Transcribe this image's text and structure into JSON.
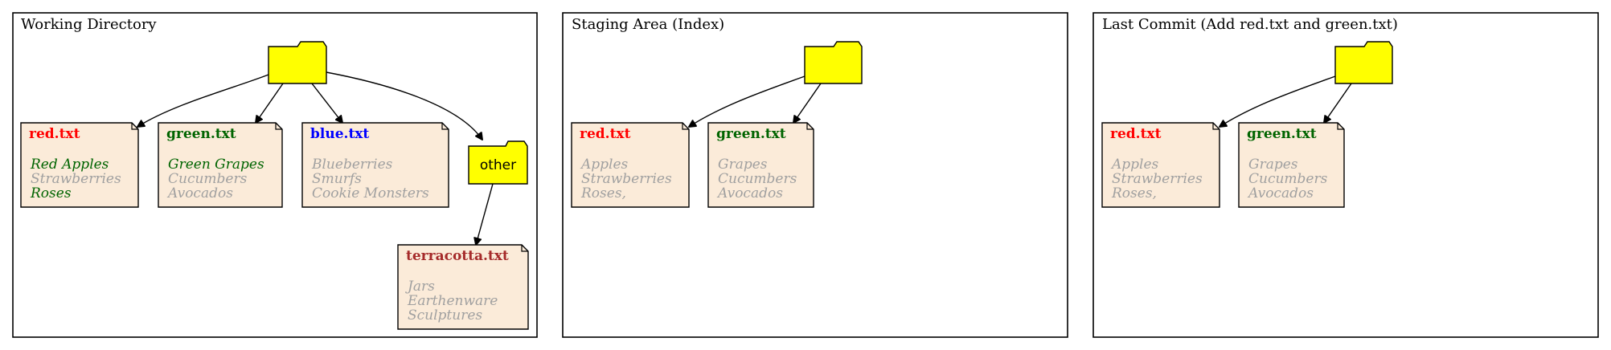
{
  "colors": {
    "folder": "#ffff00",
    "note": "#fbebd9",
    "red": "#ff0000",
    "green": "#006400",
    "blue": "#0000ff",
    "terracotta": "#a52a2a",
    "muted": "#a0a0a0"
  },
  "panels": [
    {
      "title": "Working Directory",
      "files": [
        {
          "name": "red.txt",
          "name_color": "red",
          "lines": [
            {
              "text": "Red Apples",
              "color": "green"
            },
            {
              "text": "Strawberries",
              "color": "muted"
            },
            {
              "text": "Roses",
              "color": "green"
            }
          ]
        },
        {
          "name": "green.txt",
          "name_color": "green",
          "lines": [
            {
              "text": "Green Grapes",
              "color": "green"
            },
            {
              "text": "Cucumbers",
              "color": "muted"
            },
            {
              "text": "Avocados",
              "color": "muted"
            }
          ]
        },
        {
          "name": "blue.txt",
          "name_color": "blue",
          "lines": [
            {
              "text": "Blueberries",
              "color": "muted"
            },
            {
              "text": "Smurfs",
              "color": "muted"
            },
            {
              "text": "Cookie Monsters",
              "color": "muted"
            }
          ]
        },
        {
          "name": "terracotta.txt",
          "name_color": "terracotta",
          "lines": [
            {
              "text": "Jars",
              "color": "muted"
            },
            {
              "text": "Earthenware",
              "color": "muted"
            },
            {
              "text": "Sculptures",
              "color": "muted"
            }
          ]
        }
      ],
      "subfolder_label": "other"
    },
    {
      "title": "Staging Area (Index)",
      "files": [
        {
          "name": "red.txt",
          "name_color": "red",
          "lines": [
            {
              "text": "Apples",
              "color": "muted"
            },
            {
              "text": "Strawberries",
              "color": "muted"
            },
            {
              "text": "Roses,",
              "color": "muted"
            }
          ]
        },
        {
          "name": "green.txt",
          "name_color": "green",
          "lines": [
            {
              "text": "Grapes",
              "color": "muted"
            },
            {
              "text": "Cucumbers",
              "color": "muted"
            },
            {
              "text": "Avocados",
              "color": "muted"
            }
          ]
        }
      ]
    },
    {
      "title": "Last Commit  (Add red.txt and green.txt)",
      "files": [
        {
          "name": "red.txt",
          "name_color": "red",
          "lines": [
            {
              "text": "Apples",
              "color": "muted"
            },
            {
              "text": "Strawberries",
              "color": "muted"
            },
            {
              "text": "Roses,",
              "color": "muted"
            }
          ]
        },
        {
          "name": "green.txt",
          "name_color": "green",
          "lines": [
            {
              "text": "Grapes",
              "color": "muted"
            },
            {
              "text": "Cucumbers",
              "color": "muted"
            },
            {
              "text": "Avocados",
              "color": "muted"
            }
          ]
        }
      ]
    }
  ]
}
